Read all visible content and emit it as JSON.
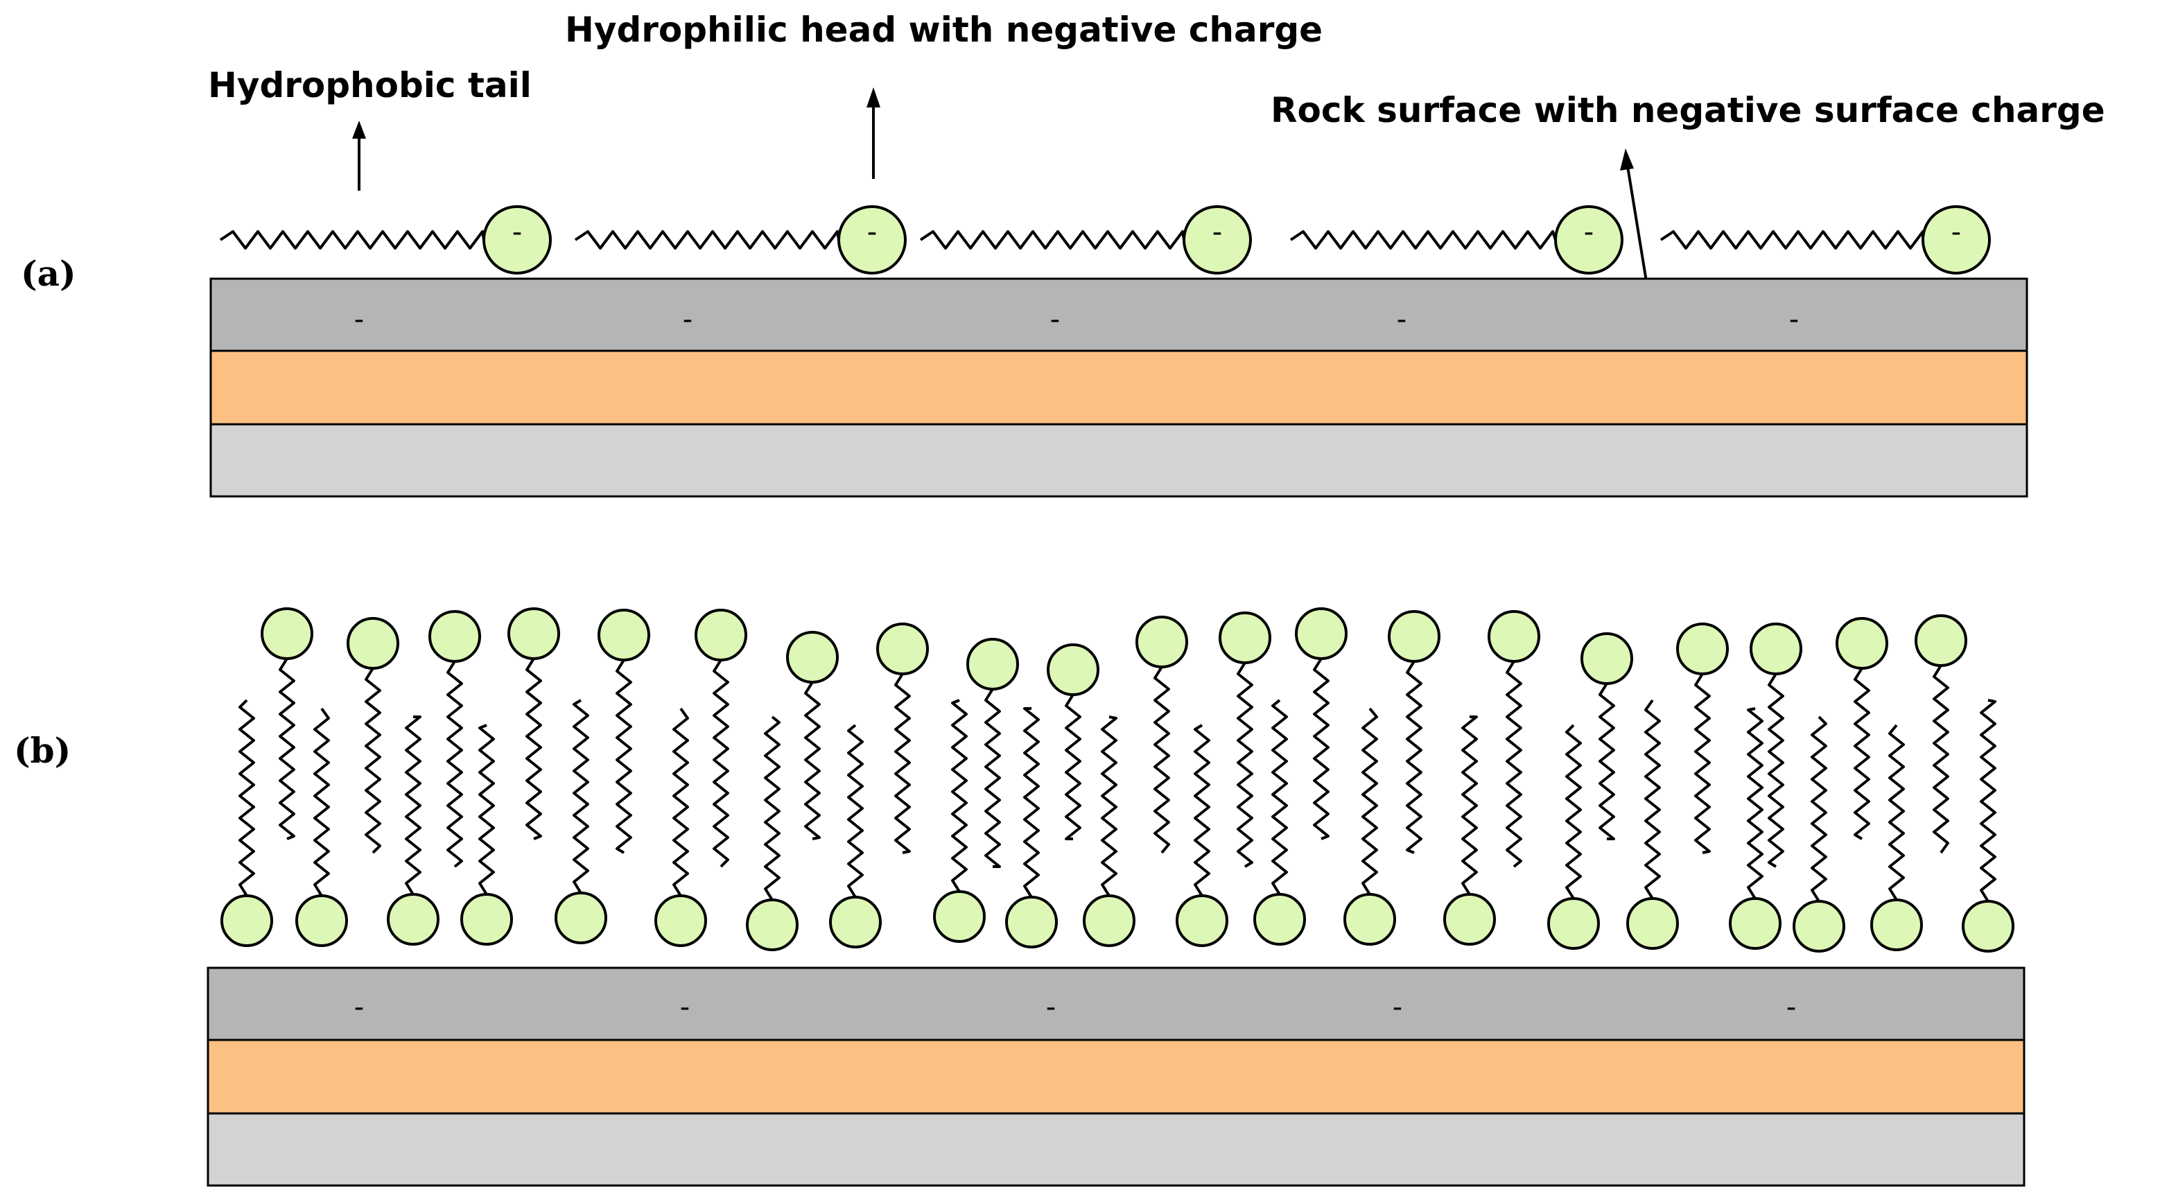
{
  "labels": {
    "hydrophobic_tail": "Hydrophobic tail",
    "hydrophilic_head": "Hydrophilic head with negative charge",
    "rock_surface": "Rock surface with negative surface charge"
  },
  "panels": {
    "a": "(a)",
    "b": "(b)"
  },
  "charge_symbol": "-",
  "colors": {
    "head_fill": "#ddf7b6",
    "rock_top": "#b5b5b5",
    "rock_middle": "#fcc083",
    "rock_bottom": "#d3d3d3",
    "outline": "#000000"
  },
  "icons": {
    "surfactant": "surfactant-molecule-icon",
    "arrow": "arrow-up-icon"
  }
}
